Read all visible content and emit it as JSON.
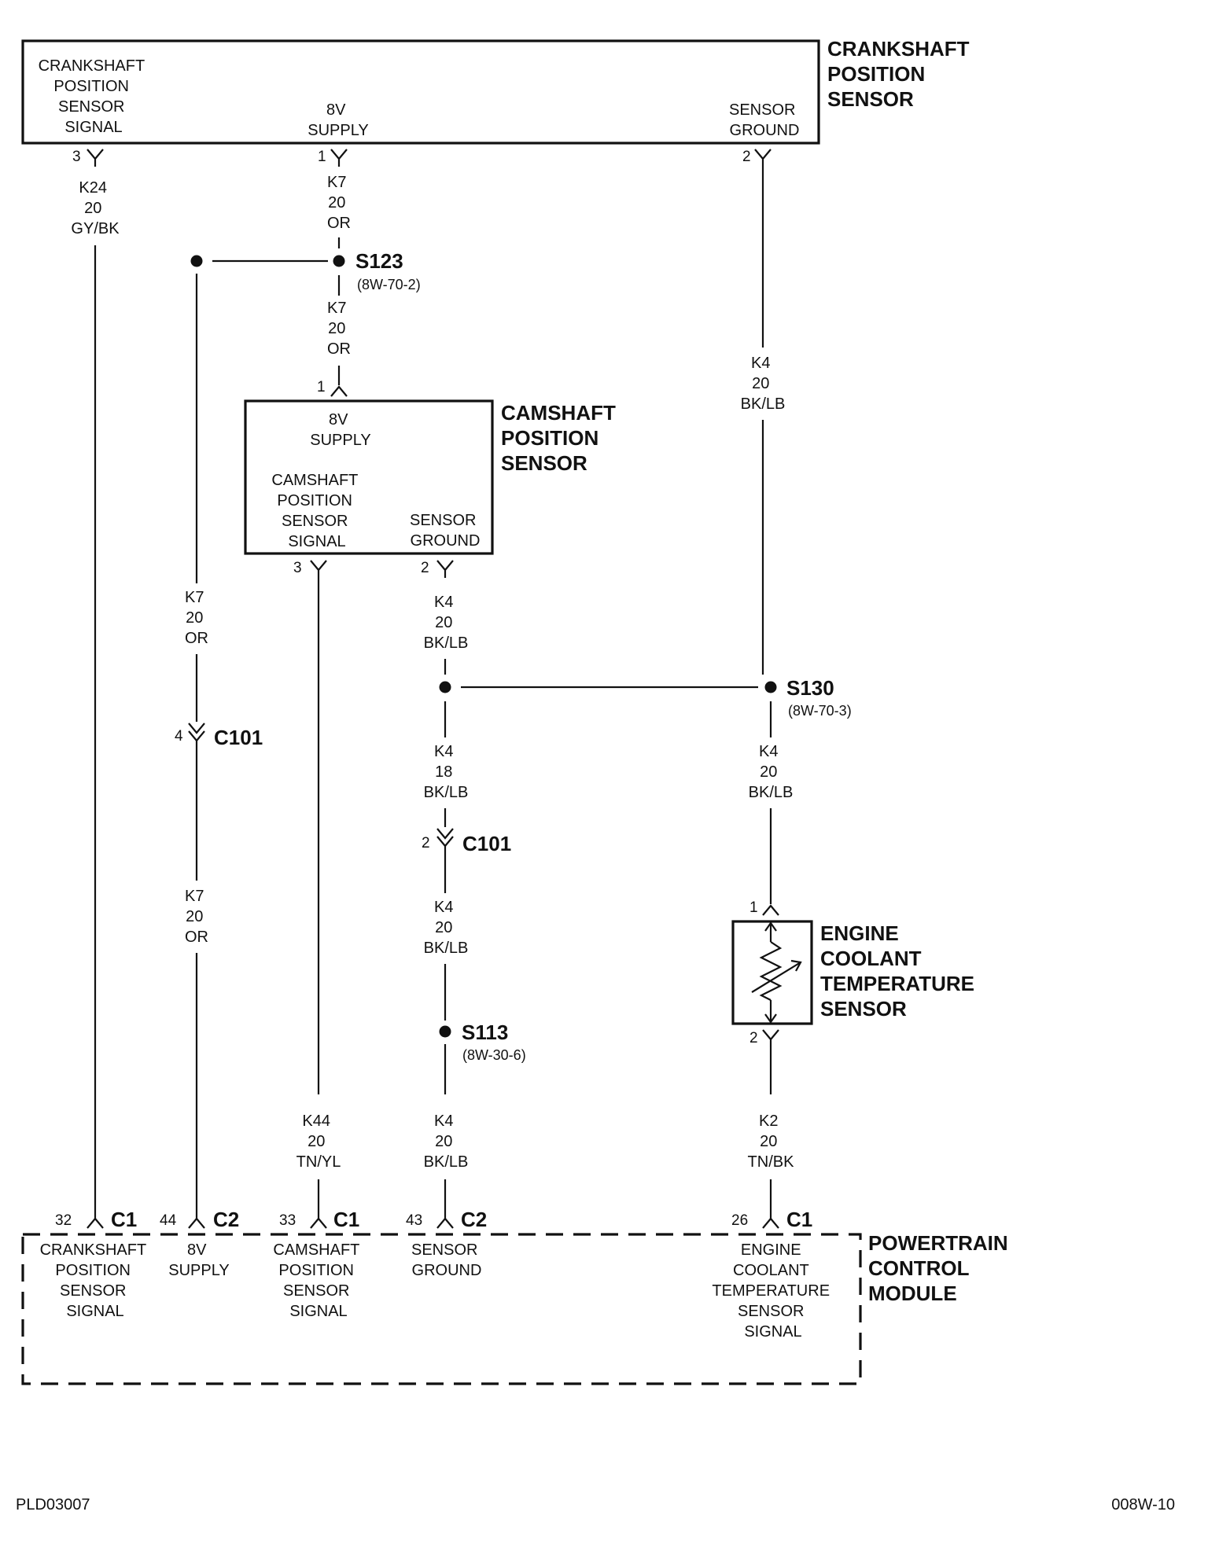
{
  "crank_sensor": {
    "title": [
      "CRANKSHAFT",
      "POSITION",
      "SENSOR"
    ],
    "pin3_label": [
      "CRANKSHAFT",
      "POSITION",
      "SENSOR",
      "SIGNAL"
    ],
    "pin1_label": [
      "8V",
      "SUPPLY"
    ],
    "pin2_label": [
      "SENSOR",
      "GROUND"
    ],
    "pin3": "3",
    "pin1": "1",
    "pin2": "2"
  },
  "cam_sensor": {
    "title": [
      "CAMSHAFT",
      "POSITION",
      "SENSOR"
    ],
    "supply_label": [
      "8V",
      "SUPPLY"
    ],
    "signal_label": [
      "CAMSHAFT",
      "POSITION",
      "SENSOR",
      "SIGNAL"
    ],
    "ground_label": [
      "SENSOR",
      "GROUND"
    ],
    "pin1": "1",
    "pin3": "3",
    "pin2": "2"
  },
  "ect_sensor": {
    "title": [
      "ENGINE",
      "COOLANT",
      "TEMPERATURE",
      "SENSOR"
    ],
    "pin1": "1",
    "pin2": "2"
  },
  "pcm": {
    "title": [
      "POWERTRAIN",
      "CONTROL",
      "MODULE"
    ],
    "terminals": [
      {
        "pin": "32",
        "connector": "C1",
        "label": [
          "CRANKSHAFT",
          "POSITION",
          "SENSOR",
          "SIGNAL"
        ]
      },
      {
        "pin": "44",
        "connector": "C2",
        "label": [
          "8V",
          "SUPPLY"
        ]
      },
      {
        "pin": "33",
        "connector": "C1",
        "label": [
          "CAMSHAFT",
          "POSITION",
          "SENSOR",
          "SIGNAL"
        ]
      },
      {
        "pin": "43",
        "connector": "C2",
        "label": [
          "SENSOR",
          "GROUND"
        ]
      },
      {
        "pin": "26",
        "connector": "C1",
        "label": [
          "ENGINE",
          "COOLANT",
          "TEMPERATURE",
          "SENSOR",
          "SIGNAL"
        ]
      }
    ]
  },
  "wires": {
    "k24_crank": [
      "K24",
      "20",
      "GY/BK"
    ],
    "k7_top": [
      "K7",
      "20",
      "OR"
    ],
    "k7_mid": [
      "K7",
      "20",
      "OR"
    ],
    "k7_left_upper": [
      "K7",
      "20",
      "OR"
    ],
    "k7_left_lower": [
      "K7",
      "20",
      "OR"
    ],
    "k4_right_top": [
      "K4",
      "20",
      "BK/LB"
    ],
    "k4_cam_ground": [
      "K4",
      "20",
      "BK/LB"
    ],
    "k4_18": [
      "K4",
      "18",
      "BK/LB"
    ],
    "k4_after_c101": [
      "K4",
      "20",
      "BK/LB"
    ],
    "k4_to_pcm": [
      "K4",
      "20",
      "BK/LB"
    ],
    "k4_right_mid": [
      "K4",
      "20",
      "BK/LB"
    ],
    "k44": [
      "K44",
      "20",
      "TN/YL"
    ],
    "k2": [
      "K2",
      "20",
      "TN/BK"
    ]
  },
  "splices": {
    "s123": {
      "name": "S123",
      "ref": "(8W-70-2)"
    },
    "s130": {
      "name": "S130",
      "ref": "(8W-70-3)"
    },
    "s113": {
      "name": "S113",
      "ref": "(8W-30-6)"
    }
  },
  "connectors": {
    "c101_left": {
      "pin": "4",
      "name": "C101"
    },
    "c101_right": {
      "pin": "2",
      "name": "C101"
    }
  },
  "footer": {
    "left_code": "PLD03007",
    "right_code": "008W-10"
  }
}
